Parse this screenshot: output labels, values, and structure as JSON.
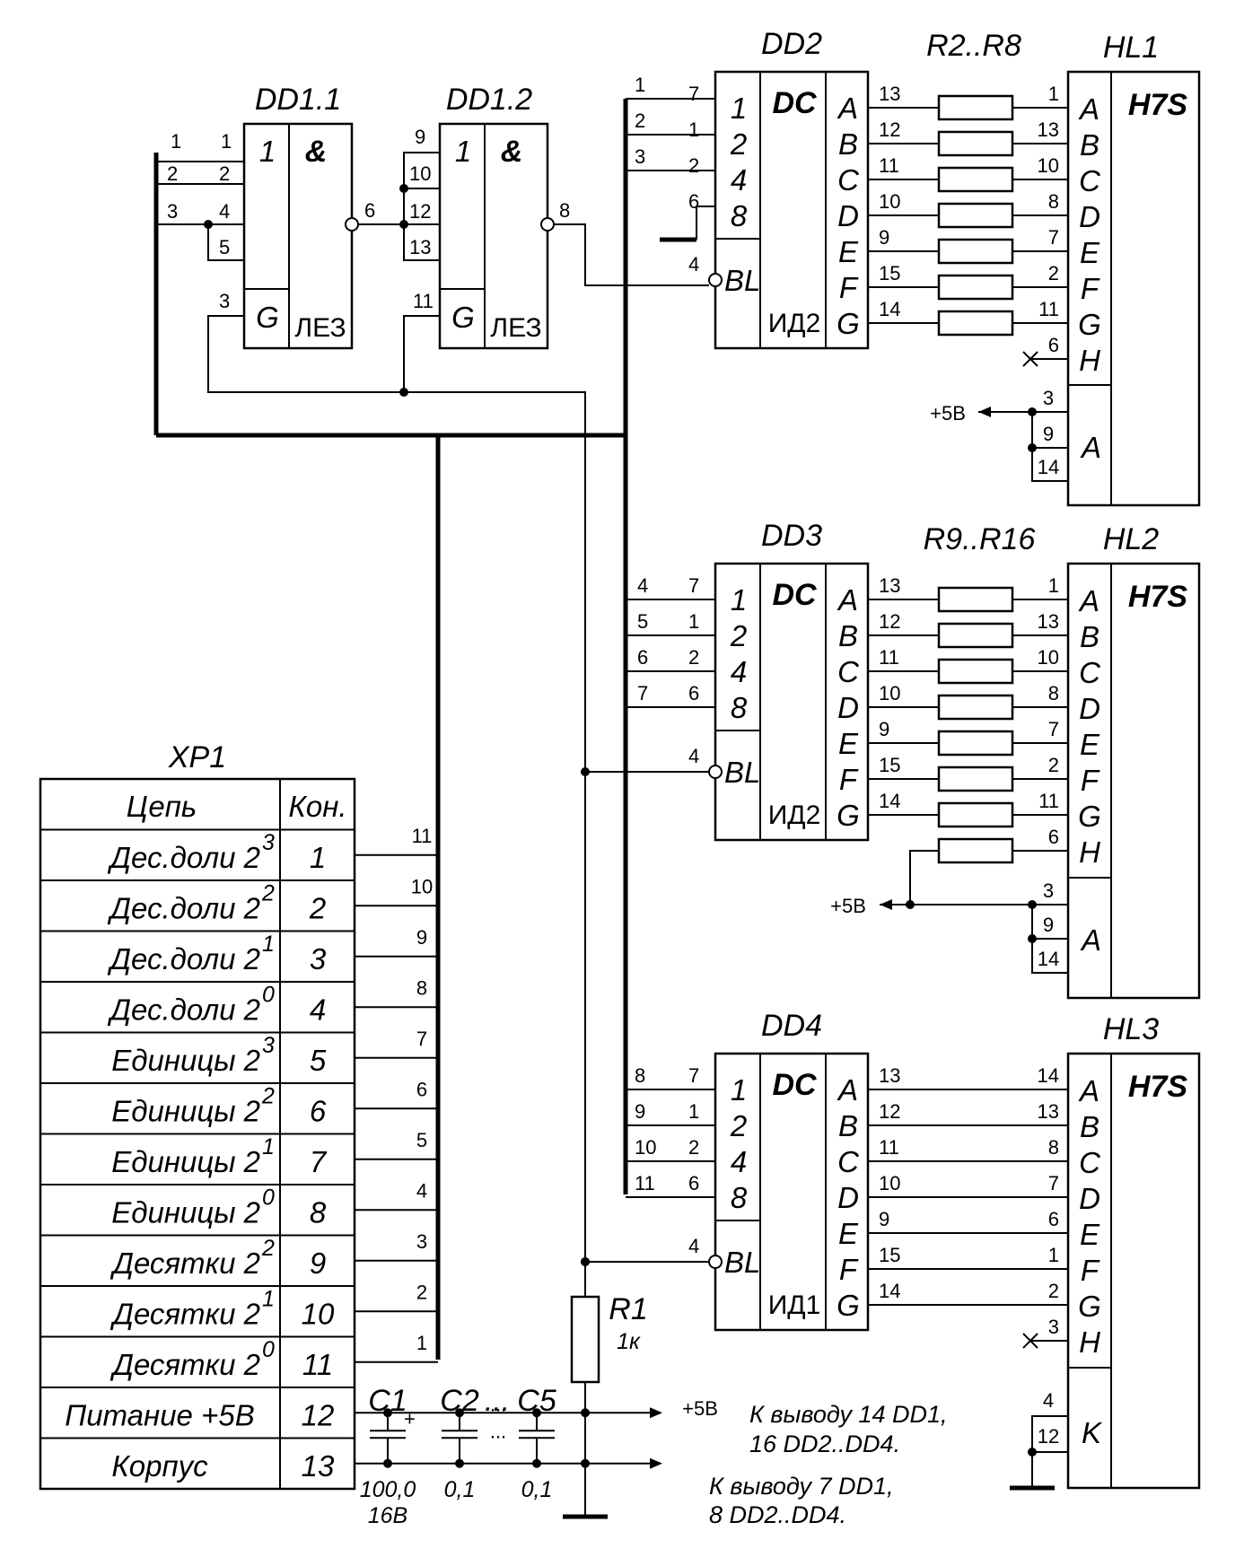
{
  "gates": {
    "dd1_1": {
      "title": "DD1.1",
      "in": [
        "1",
        "2",
        "4",
        "5"
      ],
      "enable": "3",
      "out": "6"
    },
    "dd1_2": {
      "title": "DD1.2",
      "in": [
        "10",
        "12",
        "13"
      ],
      "enable": "11",
      "out": "8"
    },
    "in_label": "1",
    "amp": "&",
    "en_label": "G",
    "type": "ЛЕЗ",
    "bus_pins_dd1_1": [
      "1",
      "2",
      "3"
    ],
    "bus_pin_dd1_2": "9"
  },
  "decoders": {
    "dc_label": "DC",
    "bl_label": "BL",
    "in_labels": [
      "1",
      "2",
      "4",
      "8"
    ],
    "out_labels": [
      "A",
      "B",
      "C",
      "D",
      "E",
      "F",
      "G"
    ],
    "out_pins": [
      "13",
      "12",
      "11",
      "10",
      "9",
      "15",
      "14"
    ],
    "bl_pin": "4",
    "dd2": {
      "title": "DD2",
      "type": "ИД2",
      "chip_pins": [
        "7",
        "1",
        "2",
        "6"
      ],
      "bus_pins": [
        "1",
        "2",
        "3"
      ]
    },
    "dd3": {
      "title": "DD3",
      "type": "ИД2",
      "chip_pins": [
        "7",
        "1",
        "2",
        "6"
      ],
      "bus_pins": [
        "4",
        "5",
        "6",
        "7"
      ]
    },
    "dd4": {
      "title": "DD4",
      "type": "ИД1",
      "chip_pins": [
        "7",
        "1",
        "2",
        "6"
      ],
      "bus_pins": [
        "8",
        "9",
        "10",
        "11"
      ]
    }
  },
  "resistors": {
    "r2_r8": "R2..R8",
    "r9_r16": "R9..R16",
    "r1": "R1",
    "r1_value": "1к"
  },
  "displays": {
    "type": "H7S",
    "seg_labels": [
      "A",
      "B",
      "C",
      "D",
      "E",
      "F",
      "G",
      "H"
    ],
    "hl1": {
      "title": "HL1",
      "seg_pins": [
        "1",
        "13",
        "10",
        "8",
        "7",
        "2",
        "11",
        "6"
      ],
      "common_pins": [
        "3",
        "9",
        "14"
      ],
      "common_label": "A"
    },
    "hl2": {
      "title": "HL2",
      "seg_pins": [
        "1",
        "13",
        "10",
        "8",
        "7",
        "2",
        "11",
        "6"
      ],
      "common_pins": [
        "3",
        "9",
        "14"
      ],
      "common_label": "A"
    },
    "hl3": {
      "title": "HL3",
      "seg_pins": [
        "14",
        "13",
        "8",
        "7",
        "6",
        "1",
        "2",
        "3"
      ],
      "common_pins": [
        "4",
        "12"
      ],
      "common_label": "K"
    }
  },
  "supply": {
    "plus5": "+5В"
  },
  "connector": {
    "title": "XP1",
    "head_circuit": "Цепь",
    "head_contact": "Кон.",
    "rows": [
      {
        "name": "Дес.доли 2",
        "exp": "3",
        "contact": "1",
        "bus": "11"
      },
      {
        "name": "Дес.доли 2",
        "exp": "2",
        "contact": "2",
        "bus": "10"
      },
      {
        "name": "Дес.доли 2",
        "exp": "1",
        "contact": "3",
        "bus": "9"
      },
      {
        "name": "Дес.доли 2",
        "exp": "0",
        "contact": "4",
        "bus": "8"
      },
      {
        "name": "Единицы 2",
        "exp": "3",
        "contact": "5",
        "bus": "7"
      },
      {
        "name": "Единицы 2",
        "exp": "2",
        "contact": "6",
        "bus": "6"
      },
      {
        "name": "Единицы 2",
        "exp": "1",
        "contact": "7",
        "bus": "5"
      },
      {
        "name": "Единицы 2",
        "exp": "0",
        "contact": "8",
        "bus": "4"
      },
      {
        "name": "Десятки 2",
        "exp": "2",
        "contact": "9",
        "bus": "3"
      },
      {
        "name": "Десятки 2",
        "exp": "1",
        "contact": "10",
        "bus": "2"
      },
      {
        "name": "Десятки 2",
        "exp": "0",
        "contact": "11",
        "bus": "1"
      },
      {
        "name": "Питание +5В",
        "exp": "",
        "contact": "12",
        "bus": ""
      },
      {
        "name": "Корпус",
        "exp": "",
        "contact": "13",
        "bus": ""
      }
    ]
  },
  "capacitors": {
    "c1": "C1",
    "c2": "C2",
    "c5": "C5",
    "dots": "...",
    "c1_value": "100,0",
    "c1_voltage": "16В",
    "c2_value": "0,1",
    "c5_value": "0,1"
  },
  "notes": {
    "power_line1": "К выводу 14 DD1,",
    "power_line2": "16 DD2..DD4.",
    "ground_line1": "К выводу 7 DD1,",
    "ground_line2": "8 DD2..DD4."
  }
}
